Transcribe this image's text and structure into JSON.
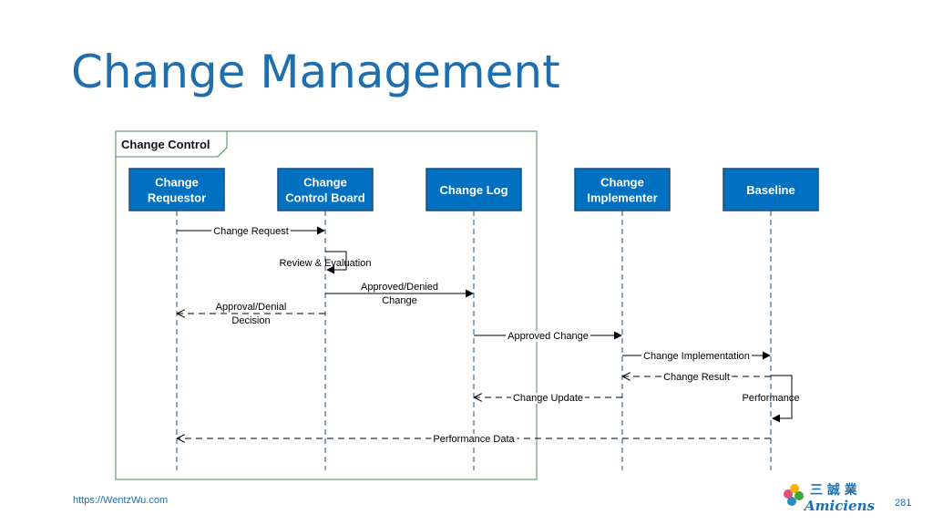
{
  "title": "Change Management",
  "frame_label": "Change Control",
  "participants": [
    {
      "lines": [
        "Change",
        "Requestor"
      ]
    },
    {
      "lines": [
        "Change",
        "Control Board"
      ]
    },
    {
      "lines": [
        "Change Log"
      ]
    },
    {
      "lines": [
        "Change",
        "Implementer"
      ]
    },
    {
      "lines": [
        "Baseline"
      ]
    }
  ],
  "messages": [
    {
      "from": 0,
      "to": 1,
      "style": "solid",
      "label": [
        "Change Request"
      ]
    },
    {
      "from": 1,
      "to": 1,
      "style": "self",
      "label": [
        "Review & Evaluation"
      ]
    },
    {
      "from": 1,
      "to": 2,
      "style": "solid",
      "label": [
        "Approved/Denied",
        "Change"
      ]
    },
    {
      "from": 1,
      "to": 0,
      "style": "dashed",
      "label": [
        "Approval/Denial",
        "Decision"
      ]
    },
    {
      "from": 2,
      "to": 3,
      "style": "solid",
      "label": [
        "Approved Change"
      ]
    },
    {
      "from": 3,
      "to": 4,
      "style": "solid",
      "label": [
        "Change Implementation"
      ]
    },
    {
      "from": 4,
      "to": 3,
      "style": "dashed",
      "label": [
        "Change Result"
      ]
    },
    {
      "from": 4,
      "to": 4,
      "style": "self",
      "label": [
        "Performance"
      ]
    },
    {
      "from": 3,
      "to": 2,
      "style": "dashed",
      "label": [
        "Change Update"
      ]
    },
    {
      "from": 4,
      "to": 0,
      "style": "dashed",
      "label": [
        "Performance Data"
      ]
    }
  ],
  "colors": {
    "box": "#0070C0",
    "box_border": "#1F4E79",
    "frame": "#4E8A5C",
    "title": "#1F6FAF",
    "line": "#1F4E79"
  },
  "footer": {
    "url": "https://WentzWu.com",
    "page": "281"
  },
  "logo": {
    "chinese": "三 誠 業",
    "brand": "Amiciens"
  }
}
